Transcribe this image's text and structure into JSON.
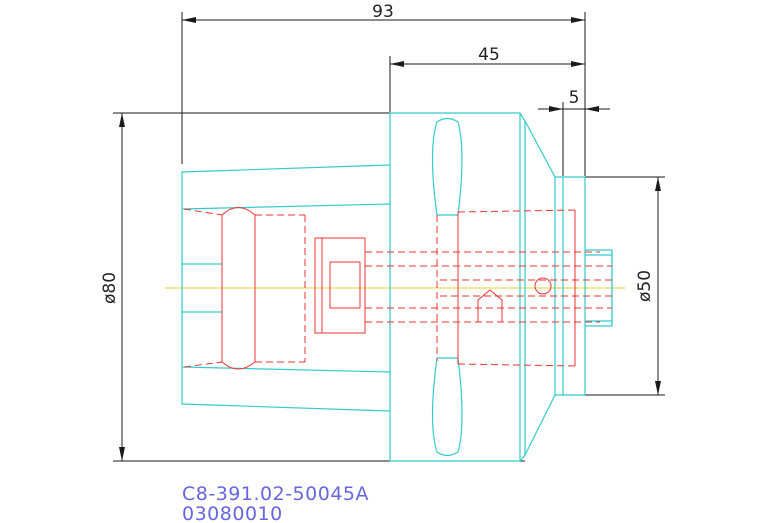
{
  "dimensions": {
    "overall_length": "93",
    "flange_length": "45",
    "shank_step": "5",
    "body_diameter": "ø80",
    "shank_diameter": "ø50"
  },
  "part": {
    "number": "C8-391.02-50045A",
    "code": "03080010"
  },
  "colors": {
    "outline": "#33cccc",
    "hidden_detail": "#ee3333",
    "centerline": "#e6d23a",
    "dimension": "#1a1a1a",
    "label": "#6666e0"
  }
}
